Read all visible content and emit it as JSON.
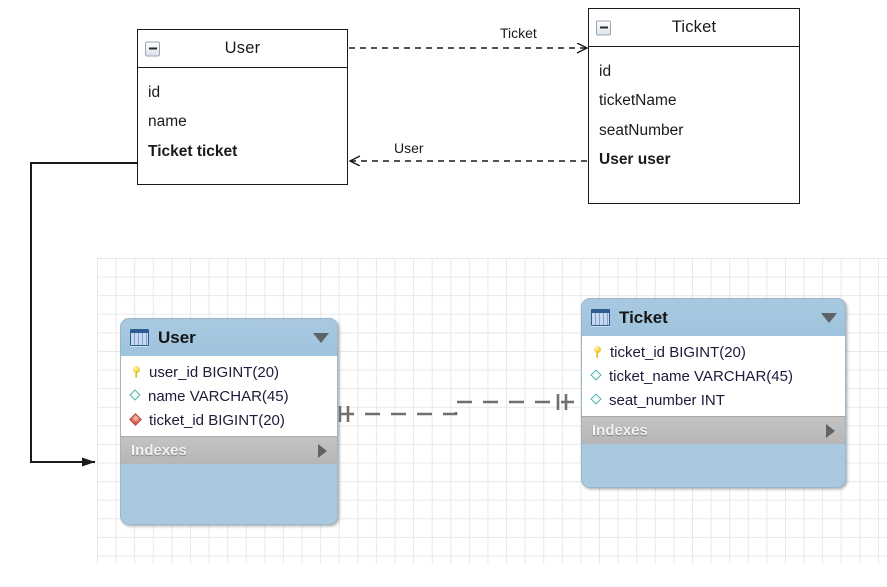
{
  "diagram": {
    "uml": {
      "classes": [
        {
          "name": "User",
          "collapse_icon": "collapse-minus-icon",
          "attributes": [
            {
              "text": "id",
              "bold": false
            },
            {
              "text": "name",
              "bold": false
            },
            {
              "text": "Ticket ticket",
              "bold": true
            }
          ]
        },
        {
          "name": "Ticket",
          "collapse_icon": "collapse-minus-icon",
          "attributes": [
            {
              "text": "id",
              "bold": false
            },
            {
              "text": "ticketName",
              "bold": false
            },
            {
              "text": "seatNumber",
              "bold": false
            },
            {
              "text": "User user",
              "bold": true
            }
          ]
        }
      ],
      "associations": [
        {
          "label": "Ticket",
          "direction": "user-to-ticket"
        },
        {
          "label": "User",
          "direction": "ticket-to-user"
        }
      ],
      "line_color": "#1a1a1a"
    },
    "er": {
      "tables": [
        {
          "name": "User",
          "table_icon": "table-icon",
          "expand_icon": "chevron-down-icon",
          "fields": [
            {
              "icon": "primary-key-icon",
              "text": "user_id BIGINT(20)"
            },
            {
              "icon": "column-icon",
              "text": "name VARCHAR(45)"
            },
            {
              "icon": "foreign-key-icon",
              "text": "ticket_id BIGINT(20)"
            }
          ],
          "indexes_label": "Indexes",
          "indexes_icon": "chevron-right-icon"
        },
        {
          "name": "Ticket",
          "table_icon": "table-icon",
          "expand_icon": "chevron-down-icon",
          "fields": [
            {
              "icon": "primary-key-icon",
              "text": "ticket_id BIGINT(20)"
            },
            {
              "icon": "column-icon",
              "text": "ticket_name VARCHAR(45)"
            },
            {
              "icon": "column-icon",
              "text": "seat_number INT"
            }
          ],
          "indexes_label": "Indexes",
          "indexes_icon": "chevron-right-icon"
        }
      ],
      "relationship": {
        "notation": "crow-foot-one-to-one",
        "line_color": "#6f6f6f"
      }
    },
    "colors": {
      "table_header": "#a8c9e0",
      "indexes_bar": "#bdbdbd",
      "primary_key": "#f3d23c",
      "foreign_key": "#e8786a",
      "column": "#53b2ab",
      "grid_line": "#e8e8e8",
      "uml_border": "#1a1a1a"
    }
  }
}
